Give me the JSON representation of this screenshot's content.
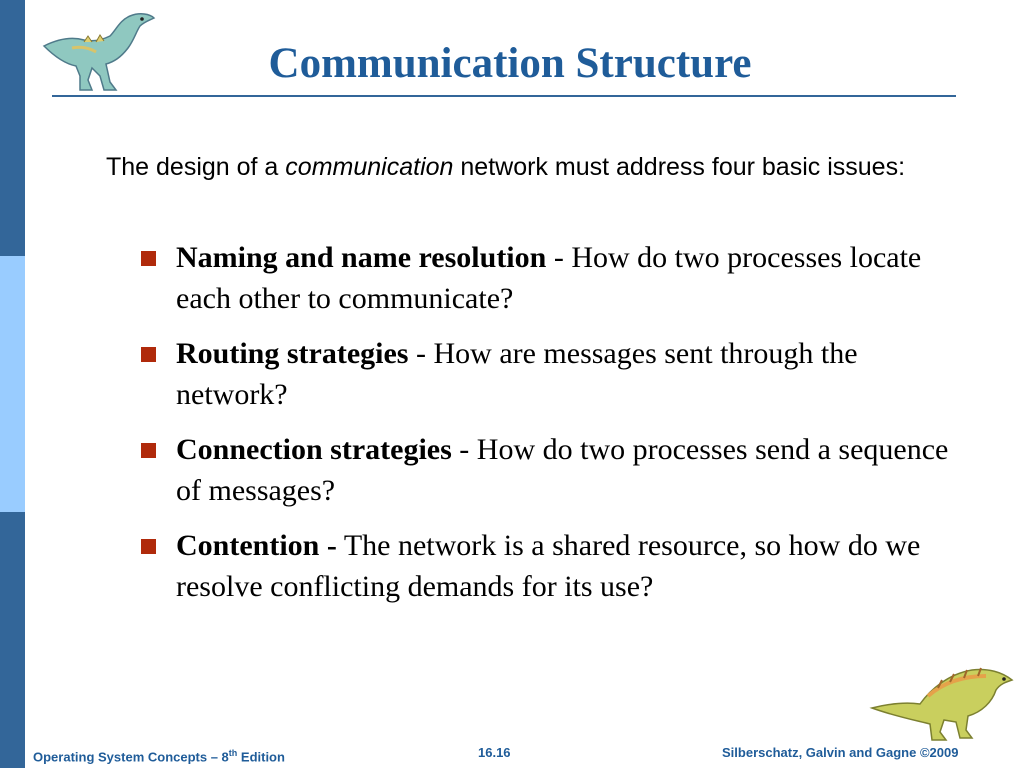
{
  "slide": {
    "title": "Communication Structure",
    "intro": {
      "before": "The design of a ",
      "emphasis": "communication",
      "after": " network must address four basic issues:"
    },
    "bullets": [
      {
        "term": "Naming and name resolution",
        "separator": " - ",
        "text": " How do two processes locate each other to communicate?"
      },
      {
        "term": "Routing strategies",
        "separator": " - ",
        "text": " How are messages sent through the network?"
      },
      {
        "term": "Connection strategies",
        "separator": " - ",
        "text": " How do two processes send a sequence of messages?"
      },
      {
        "term": "Contention -",
        "separator": " ",
        "text": " The network is a shared resource, so how do we resolve conflicting demands for its use?"
      }
    ]
  },
  "footer": {
    "left_before": "Operating System Concepts – 8",
    "left_sup": "th",
    "left_after": " Edition",
    "center": "16.16",
    "right": "Silberschatz, Galvin and Gagne ©2009"
  },
  "colors": {
    "sidebar": "#336699",
    "sidebar_highlight": "#99ccff",
    "title": "#1f5c99",
    "bullet": "#b02a0b"
  },
  "icons": {
    "top": "dinosaur-icon",
    "bottom": "dinosaur-icon"
  }
}
